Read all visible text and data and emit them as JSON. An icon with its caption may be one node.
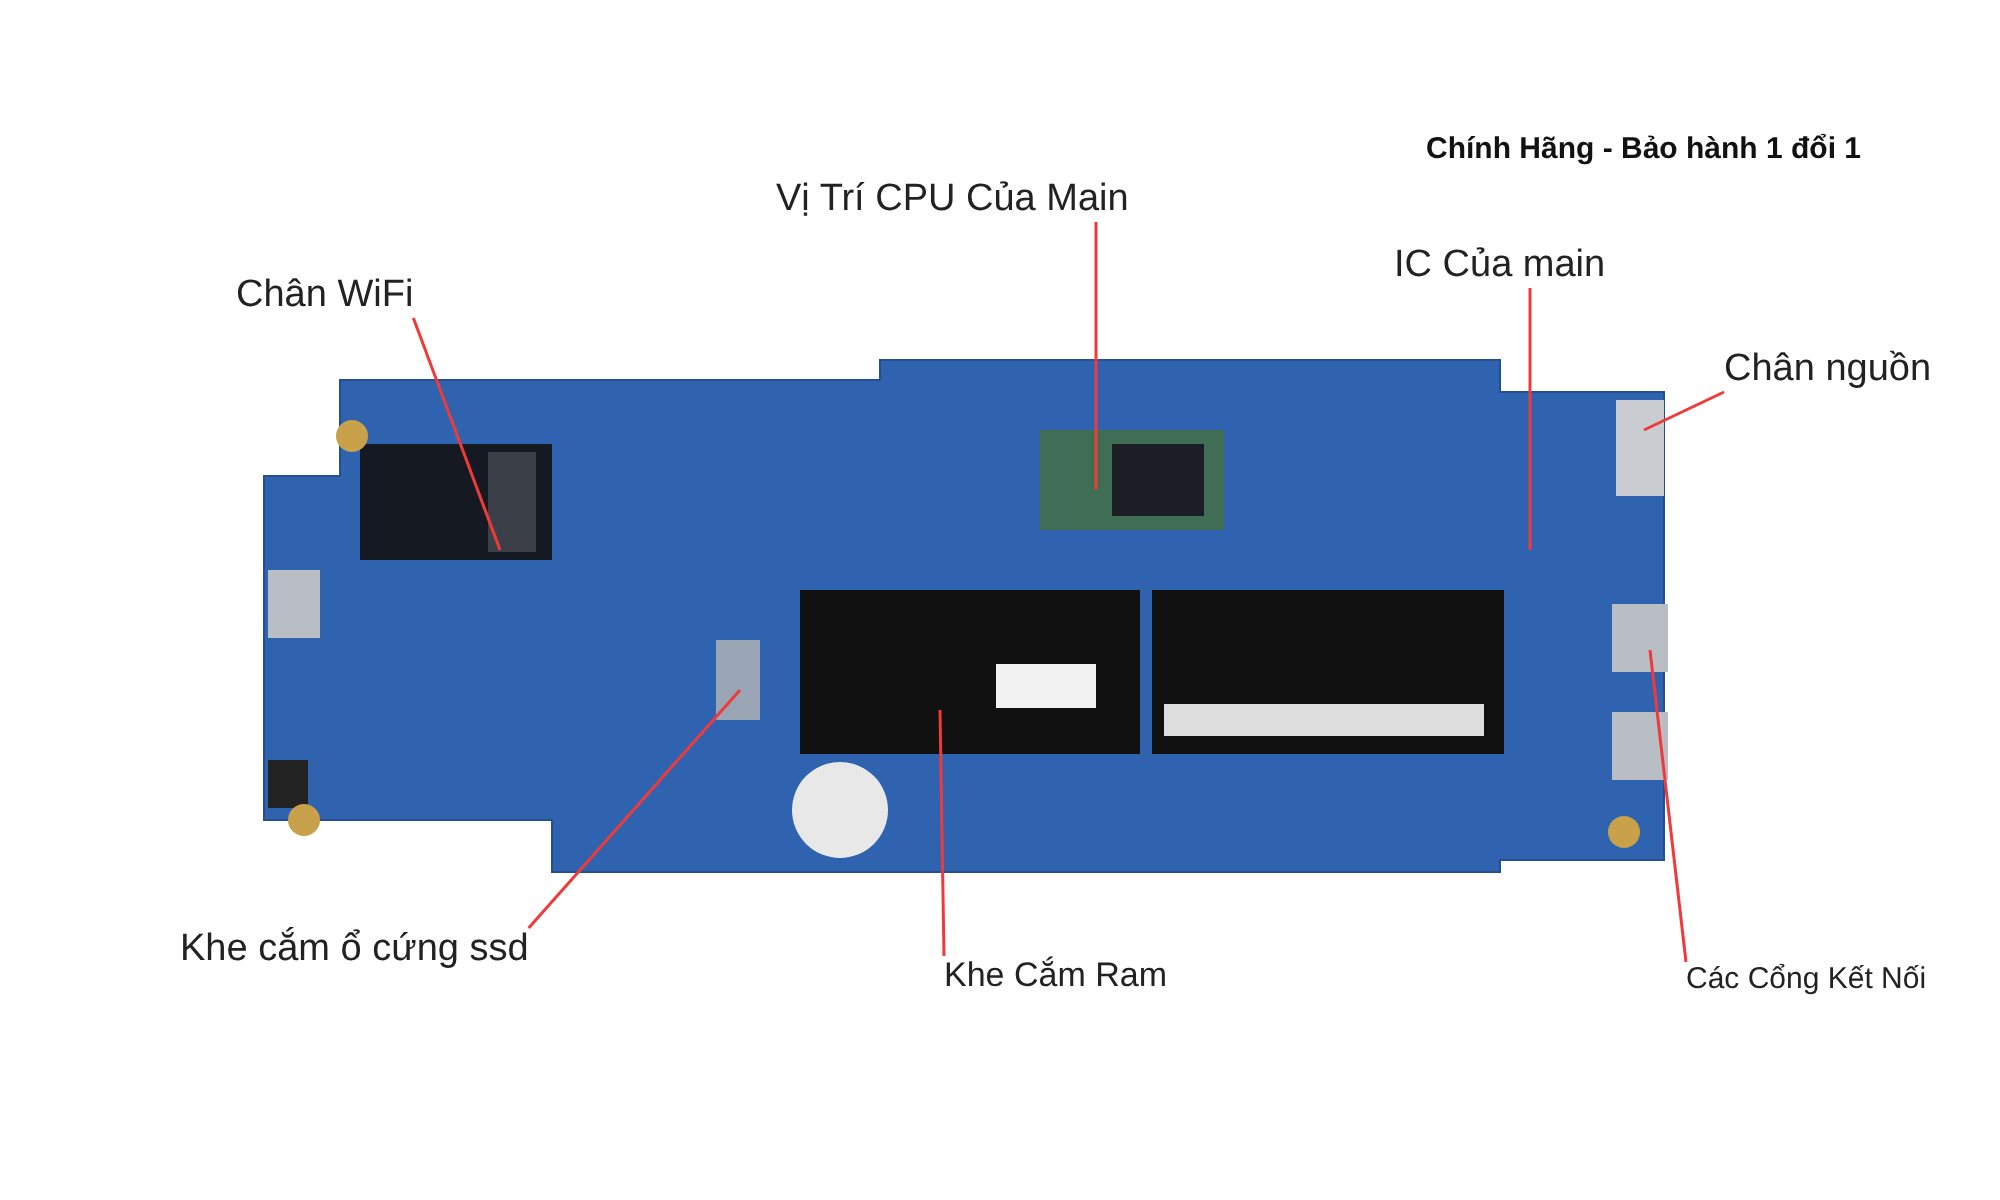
{
  "diagram": {
    "nodes": [
      {
        "text": [
          "Vị Trí CPU Của Main"
        ]
      },
      {
        "text": [
          "IC Của main"
        ]
      },
      {
        "text": [
          "Chân WiFi"
        ]
      },
      {
        "text": [
          "Chân nguồn"
        ]
      },
      {
        "text": [
          "Khe cắm ổ cứng ssd"
        ]
      },
      {
        "text": [
          "Khe Cắm Ram"
        ]
      },
      {
        "text": [
          "Các Cổng Kết Nối"
        ]
      }
    ],
    "edges": [
      {
        "from": 0,
        "to": null,
        "arrow": "none"
      },
      {
        "from": 1,
        "to": null,
        "arrow": "none"
      },
      {
        "from": 2,
        "to": null,
        "arrow": "none"
      },
      {
        "from": 3,
        "to": null,
        "arrow": "none"
      },
      {
        "from": 4,
        "to": null,
        "arrow": "none"
      },
      {
        "from": 5,
        "to": null,
        "arrow": "none"
      },
      {
        "from": 6,
        "to": null,
        "arrow": "none"
      }
    ],
    "labels": [
      "Chính Hãng - Bảo hành 1 đổi 1"
    ]
  }
}
